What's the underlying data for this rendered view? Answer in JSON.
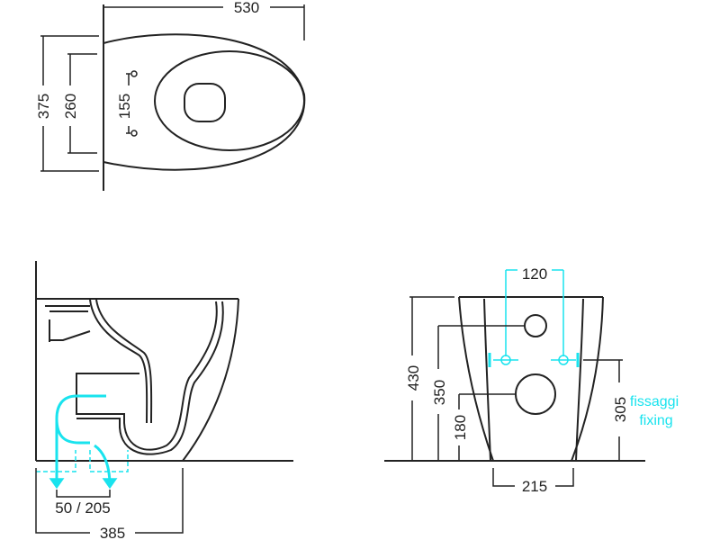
{
  "top_view": {
    "width": "530",
    "depth": "375",
    "seat_depth": "260",
    "hinge_spacing": "155"
  },
  "side_view": {
    "drain_offset": "50 / 205",
    "total_depth": "385"
  },
  "front_view": {
    "fixing_spacing": "120",
    "height": "430",
    "inlet_height": "350",
    "outlet_height": "180",
    "fixing_height": "305",
    "fixing_label_it": "fissaggi",
    "fixing_label_en": "fixing",
    "base_width": "215"
  },
  "colors": {
    "line": "#222222",
    "accent": "#19e3ee"
  }
}
